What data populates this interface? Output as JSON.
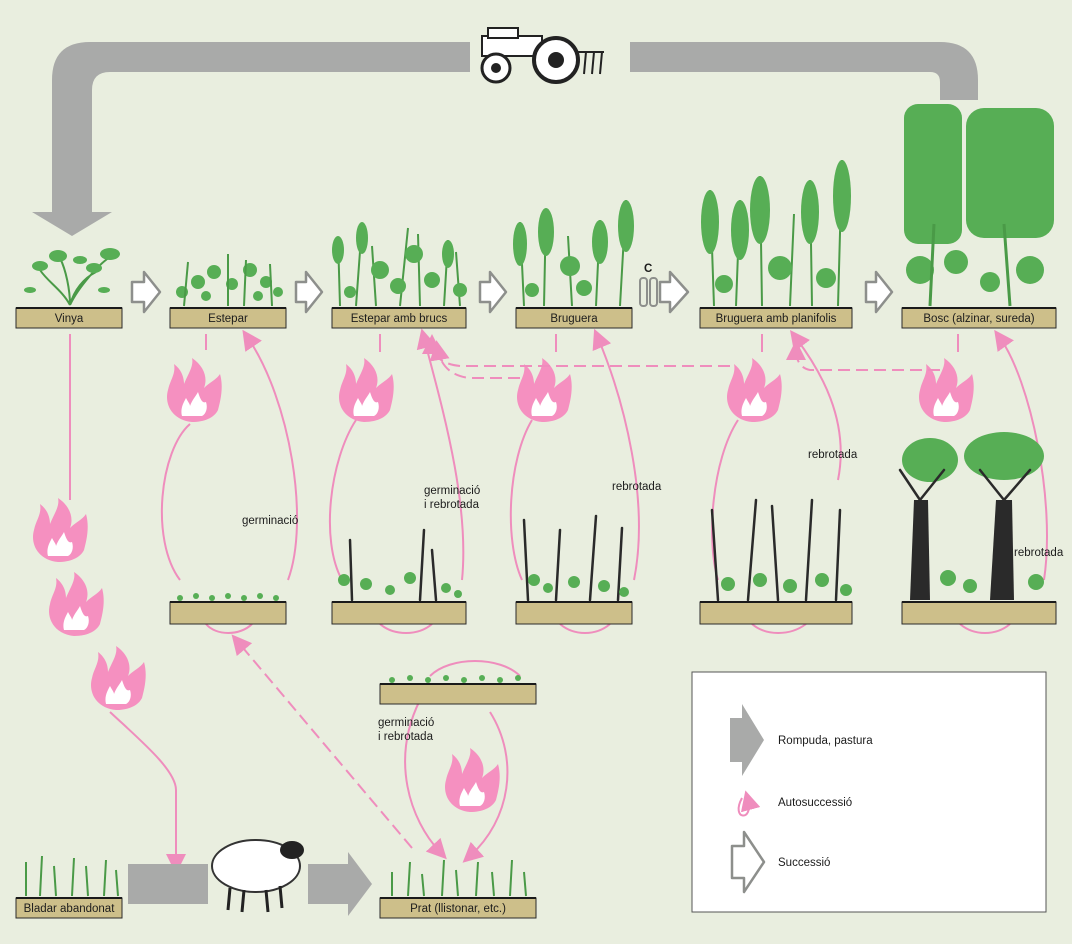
{
  "stages": {
    "vinya": "Vinya",
    "estepar": "Estepar",
    "estepar_brucs": "Estepar amb brucs",
    "bruguera": "Bruguera",
    "bruguera_planifolis": "Bruguera amb planifolis",
    "bosc": "Bosc (alzinar, sureda)",
    "bladar": "Bladar abandonat",
    "prat": "Prat (llistonar, etc.)"
  },
  "labels": {
    "c_marker": "C",
    "germinacio": "germinació",
    "germinacio_rebrotada_1": "germinació",
    "germinacio_rebrotada_2": "i rebrotada",
    "rebrotada": "rebrotada"
  },
  "legend": {
    "rompuda": "Rompuda, pastura",
    "autosuccessio": "Autosuccessió",
    "successio": "Successió"
  },
  "colors": {
    "background": "#e9eedf",
    "fire_pink": "#f590c0",
    "vegetation_green": "#57ae55",
    "soil": "#cdbf8a",
    "grey_arrow": "#a9aaa9"
  }
}
